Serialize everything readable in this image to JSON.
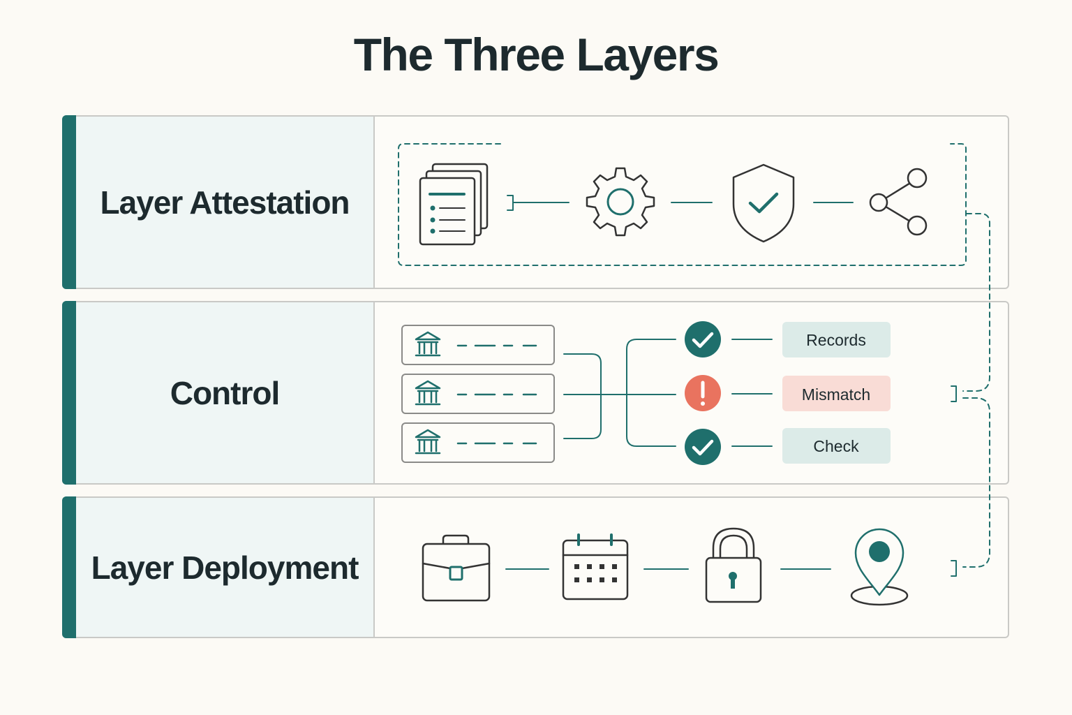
{
  "title": "The Three Layers",
  "colors": {
    "accent": "#1f6f6c",
    "label_bg": "#eff6f5",
    "alert": "#e9735f",
    "alert_pill": "#f9dcd6",
    "ok_pill": "#dcebe8",
    "background": "#fcfaf5"
  },
  "layers": [
    {
      "label": "Layer Attestation",
      "icons": [
        "documents-icon",
        "gear-icon",
        "shield-check-icon",
        "share-nodes-icon"
      ]
    },
    {
      "label": "Control",
      "sources": [
        "bank-icon",
        "bank-icon",
        "bank-icon"
      ],
      "results": [
        {
          "status": "check-circle-icon",
          "text": "Records"
        },
        {
          "status": "exclamation-circle-icon",
          "text": "Mismatch"
        },
        {
          "status": "check-circle-icon",
          "text": "Check"
        }
      ]
    },
    {
      "label": "Layer Deployment",
      "icons": [
        "briefcase-icon",
        "calendar-icon",
        "padlock-icon",
        "location-pin-icon"
      ]
    }
  ]
}
